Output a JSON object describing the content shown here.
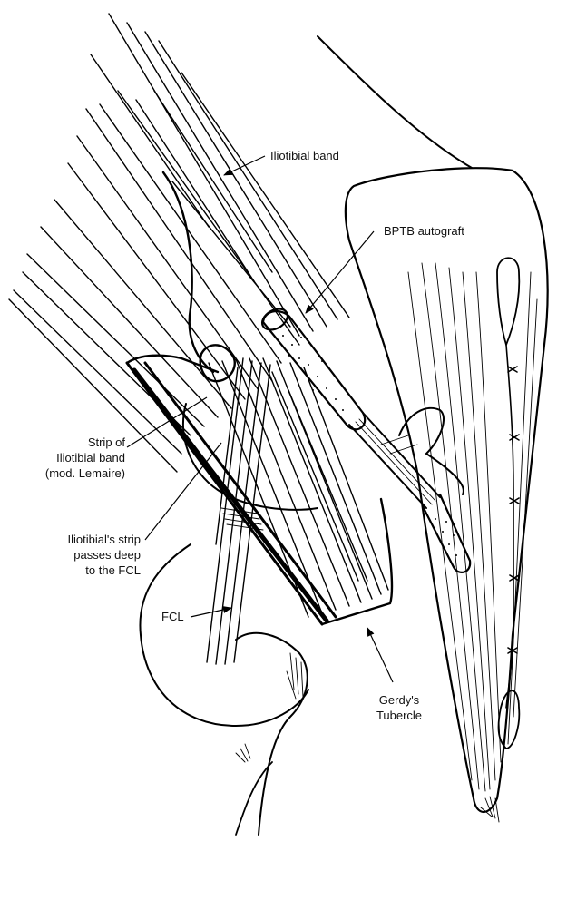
{
  "figure": {
    "labels": {
      "iliotibial_band": "Iliotibial band",
      "bptb_autograft": "BPTB autograft",
      "strip_line1": "Strip of",
      "strip_line2": "Iliotibial band",
      "strip_line3": "(mod. Lemaire)",
      "passes_line1": "Iliotibial's strip",
      "passes_line2": "passes deep",
      "passes_line3": "to the FCL",
      "fcl": "FCL",
      "gerdy_line1": "Gerdy's",
      "gerdy_line2": "Tubercle"
    }
  }
}
